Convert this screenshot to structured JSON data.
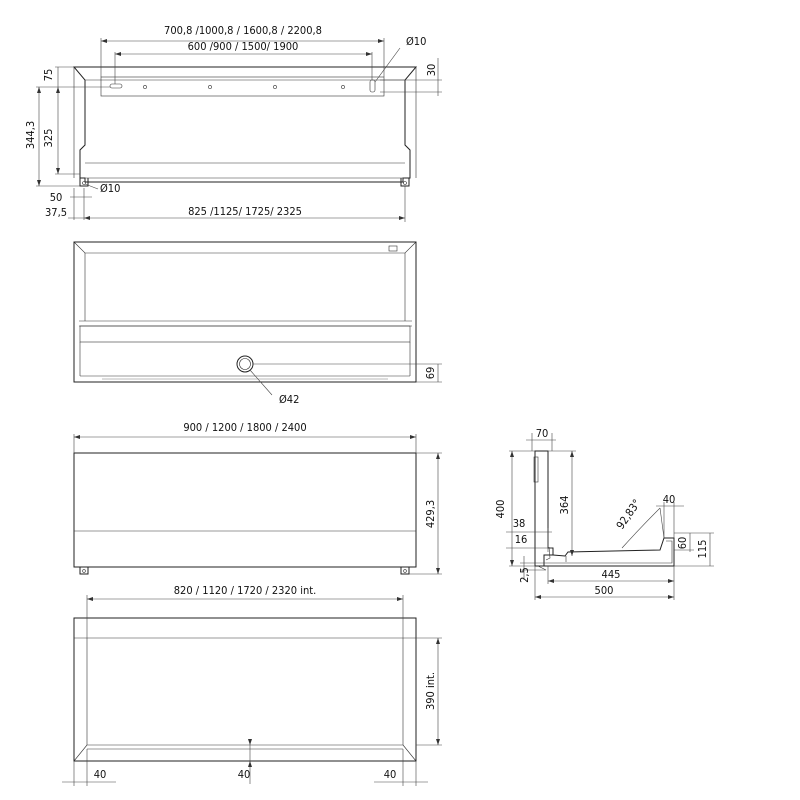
{
  "top_view": {
    "dim_holes_outer": "700,8 /1000,8 / 1600,8 / 2200,8",
    "dim_holes_inner": "600 /900 / 1500/ 1900",
    "dim_hole_dia_top": "Ø10",
    "dim_30": "30",
    "dim_75": "75",
    "dim_325": "325",
    "dim_344": "344,3",
    "dim_hole_dia_bottom": "Ø10",
    "dim_50": "50",
    "dim_37": "37,5",
    "dim_width": "825 /1125/ 1725/ 2325"
  },
  "rear_view": {
    "dim_69": "69",
    "dim_drain": "Ø42"
  },
  "front_view": {
    "dim_width": "900 / 1200 / 1800 / 2400",
    "dim_height": "429,3"
  },
  "section_view": {
    "dim_70": "70",
    "dim_400": "400",
    "dim_364": "364",
    "dim_angle": "92,83°",
    "dim_40": "40",
    "dim_38": "38",
    "dim_16": "16",
    "dim_60": "60",
    "dim_115": "115",
    "dim_2_5": "2,5",
    "dim_445": "445",
    "dim_500": "500"
  },
  "plan_view": {
    "dim_inner_width": "820 / 1120 / 1720 / 2320 int.",
    "dim_inner_depth": "390 int.",
    "dim_left": "40",
    "dim_mid": "40",
    "dim_right": "40"
  }
}
